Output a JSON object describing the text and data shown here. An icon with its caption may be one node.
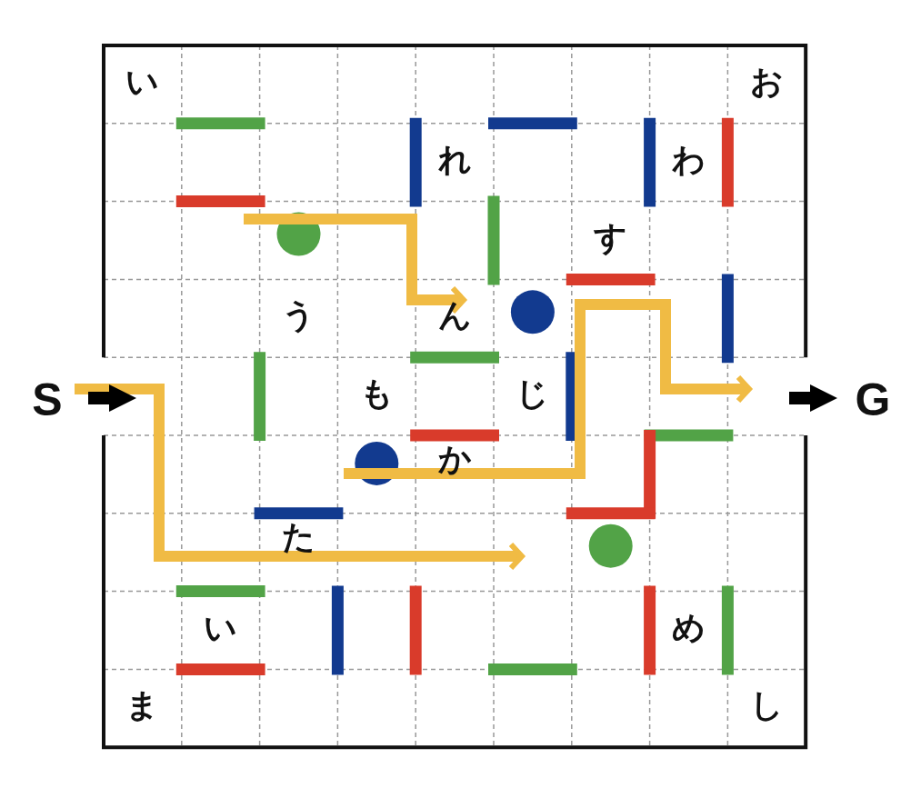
{
  "diagram": {
    "labels": [
      "い",
      "お",
      "れ",
      "わ",
      "す",
      "う",
      "ん",
      "S",
      "も",
      "じ",
      "G",
      "か",
      "た",
      "い",
      "め",
      "ま",
      "し"
    ]
  }
}
